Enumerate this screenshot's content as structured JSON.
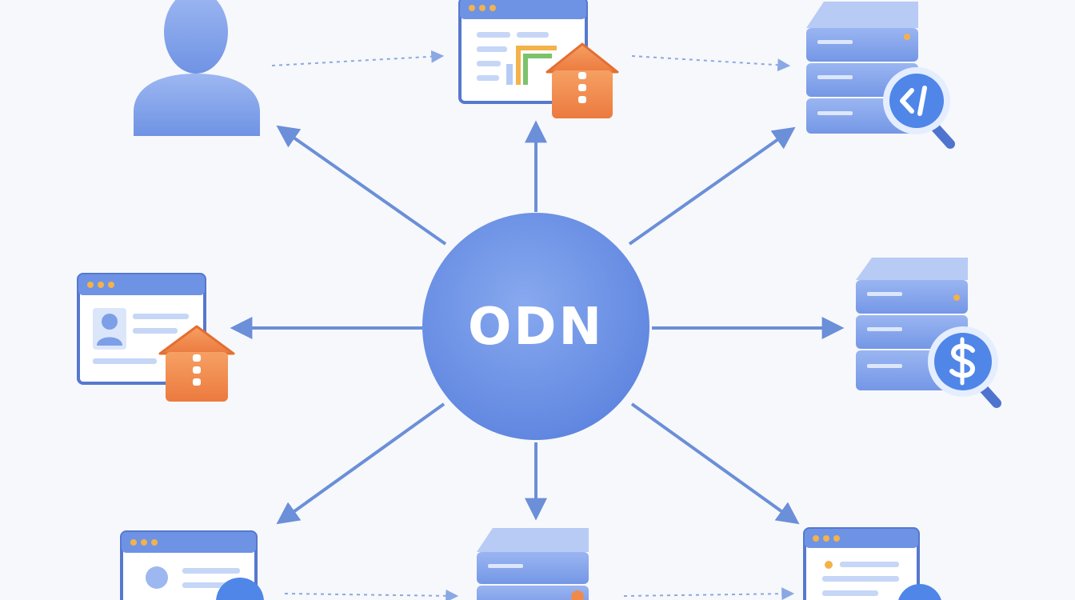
{
  "center": {
    "label": "ODN"
  },
  "nodes": [
    {
      "id": "user",
      "icon": "user-avatar-icon"
    },
    {
      "id": "dashboard-top",
      "icon": "dashboard-window-icon",
      "badge": "lock-alert-icon"
    },
    {
      "id": "server-top-right",
      "icon": "server-stack-icon",
      "badge": "code-search-icon"
    },
    {
      "id": "profile-window-left",
      "icon": "profile-window-icon",
      "badge": "lock-alert-icon"
    },
    {
      "id": "server-right",
      "icon": "server-stack-icon",
      "badge": "dollar-search-icon"
    },
    {
      "id": "profile-window-bottom-left",
      "icon": "profile-window-icon"
    },
    {
      "id": "server-bottom",
      "icon": "server-stack-icon"
    },
    {
      "id": "document-window-bottom-right",
      "icon": "document-window-icon"
    }
  ],
  "colors": {
    "background": "#f7f8fb",
    "hub": "#6d93e6",
    "arrow": "#6b8fd8",
    "icon_blue": "#7d9fe8",
    "icon_dark_blue": "#4f74cf",
    "badge_orange": "#f08a4b",
    "window_dots": "#f3b24a"
  }
}
